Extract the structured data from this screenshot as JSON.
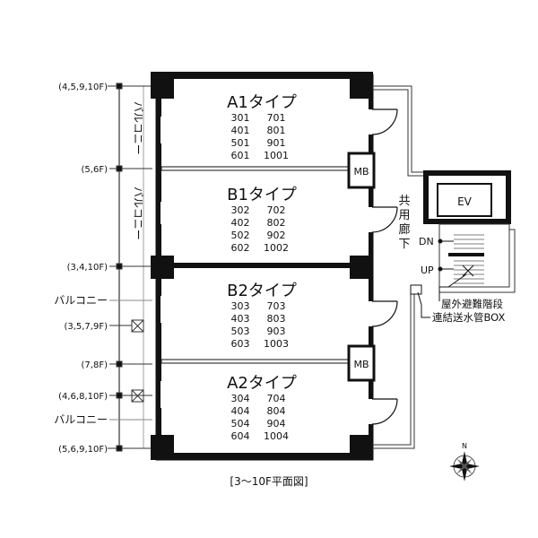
{
  "caption": "[3〜10F平面図]",
  "units": [
    {
      "type": "A1タイプ",
      "rooms": [
        [
          "301",
          "701"
        ],
        [
          "401",
          "801"
        ],
        [
          "501",
          "901"
        ],
        [
          "601",
          "1001"
        ]
      ]
    },
    {
      "type": "B1タイプ",
      "rooms": [
        [
          "302",
          "702"
        ],
        [
          "402",
          "802"
        ],
        [
          "502",
          "902"
        ],
        [
          "602",
          "1002"
        ]
      ]
    },
    {
      "type": "B2タイプ",
      "rooms": [
        [
          "303",
          "703"
        ],
        [
          "403",
          "803"
        ],
        [
          "503",
          "903"
        ],
        [
          "603",
          "1003"
        ]
      ]
    },
    {
      "type": "A2タイプ",
      "rooms": [
        [
          "304",
          "704"
        ],
        [
          "404",
          "804"
        ],
        [
          "504",
          "904"
        ],
        [
          "604",
          "1004"
        ]
      ]
    }
  ],
  "floor_notes": [
    "(4,5,9,10F)",
    "(5,6F)",
    "(3,4,10F)",
    "(3,5,7,9F)",
    "(7,8F)",
    "(4,6,8,10F)",
    "(5,6,9,10F)"
  ],
  "balcony_label": "バルコニー",
  "mb_label": "MB",
  "ev_label": "EV",
  "corridor_label": [
    "共",
    "用",
    "廊",
    "下"
  ],
  "dn_label": "DN",
  "up_label": "UP",
  "stair_label": "屋外避難階段",
  "pipe_label": "連結送水管BOX",
  "compass_label": "N"
}
